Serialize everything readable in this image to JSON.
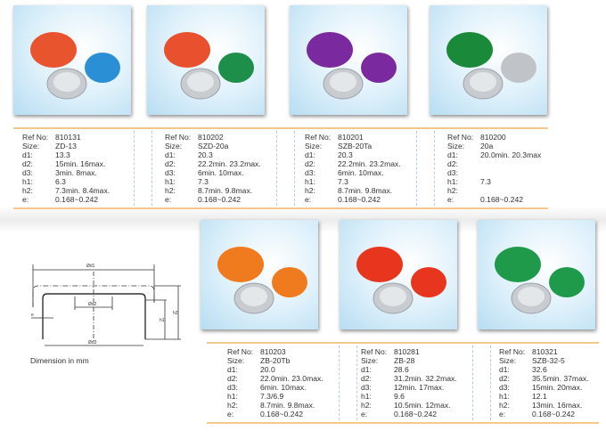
{
  "labels": {
    "ref": "Ref No:",
    "size": "Size:",
    "d1": "d1:",
    "d2": "d2:",
    "d3": "d3:",
    "h1": "h1:",
    "h2": "h2:",
    "e": "e:"
  },
  "products": [
    {
      "ref": "810131",
      "size": "ZD-13",
      "d1": "13.3",
      "d2": "15min.  16max.",
      "d3": "3min.   8max.",
      "h1": "6.3",
      "h2": "7.3min.   8.4max.",
      "e": "0.168~0.242",
      "colors": [
        "#e8542e",
        "#2a8fd4"
      ]
    },
    {
      "ref": "810202",
      "size": "SZD-20a",
      "d1": "20.3",
      "d2": "22.2min.  23.2max.",
      "d3": "6min.  10max.",
      "h1": "7.3",
      "h2": "8.7min.   9.8max.",
      "e": "0.168~0.242",
      "colors": [
        "#e8502e",
        "#1e8f4a"
      ]
    },
    {
      "ref": "810201",
      "size": "SZB-20Ta",
      "d1": "20.3",
      "d2": "22.2min.  23.2max.",
      "d3": "6min.  10max.",
      "h1": "7.3",
      "h2": "8.7min.   9.8max.",
      "e": "0.168~0.242",
      "colors": [
        "#7a2a9e",
        "#7a2a9e"
      ]
    },
    {
      "ref": "810200",
      "size": "20a",
      "d1": "20.0min. 20.3max",
      "d2": "",
      "d3": "",
      "h1": "7.3",
      "h2": "",
      "e": "0.168~0.242",
      "colors": [
        "#1a8a3a",
        "#c0c4c8"
      ]
    },
    {
      "ref": "810203",
      "size": "ZB-20Tb",
      "d1": "20.0",
      "d2": "22.0min.  23.0max.",
      "d3": "6min.  10max.",
      "h1": "7.3/6.9",
      "h2": "8.7min.   9.8max.",
      "e": "0.168~0.242",
      "colors": [
        "#f07a1e",
        "#f07a1e"
      ]
    },
    {
      "ref": "810281",
      "size": "ZB-28",
      "d1": "28.6",
      "d2": "31.2min.  32.2max.",
      "d3": "12min.  17max.",
      "h1": "9.6",
      "h2": "10.5min.   12max.",
      "e": "0.168~0.242",
      "colors": [
        "#e8361e",
        "#e8361e"
      ]
    },
    {
      "ref": "810321",
      "size": "SZB-32-5",
      "d1": "32.6",
      "d2": "35.5min.  37max.",
      "d3": "15min.  20max.",
      "h1": "12.1",
      "h2": "13min.   16max.",
      "e": "0.168~0.242",
      "colors": [
        "#1f9a4a",
        "#1f9a4a"
      ]
    }
  ],
  "diagram": {
    "caption": "Dimension  in  mm",
    "d1_label": "Ød1",
    "d2_label": "Ød2",
    "d3_label": "Ød3",
    "h1_label": "h1",
    "h2_label": "h2",
    "e_label": "e"
  }
}
